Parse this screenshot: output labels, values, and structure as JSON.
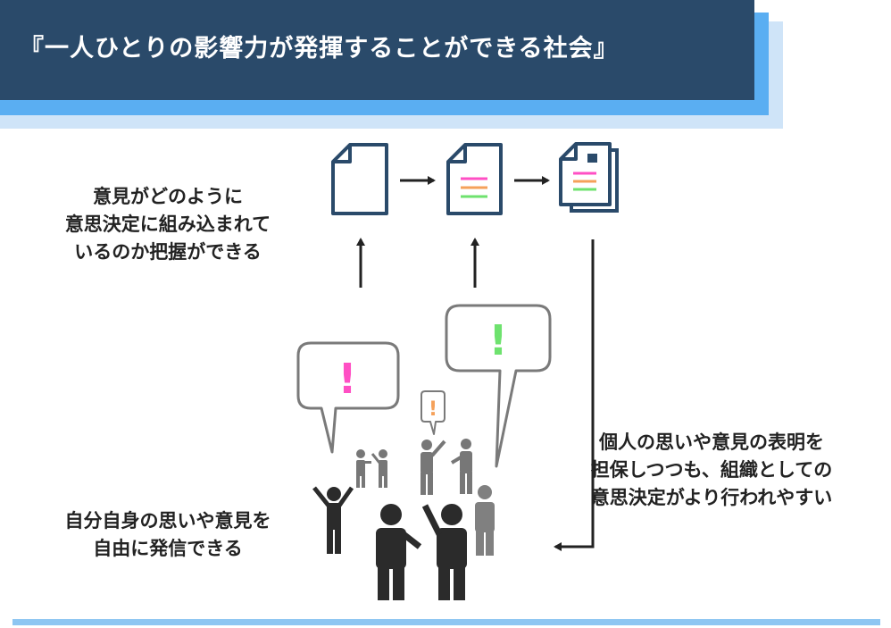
{
  "title": "『一人ひとりの影響力が発揮することができる社会』",
  "caption_top_left": "意見がどのように\n意思決定に組み込まれて\nいるのか把握ができる",
  "caption_bottom_left": "自分自身の思いや意見を\n自由に発信できる",
  "caption_right": "個人の思いや意見の表明を\n担保しつつも、組織としての\n意思決定がより行われやすい",
  "bubbles": [
    {
      "mark": "!",
      "color": "#ff4fc4"
    },
    {
      "mark": "!",
      "color": "#6ee26e"
    },
    {
      "mark": "!",
      "color": "#f5a15a"
    }
  ],
  "doc_lines_colors": [
    "#ff4fc4",
    "#f5a15a",
    "#6ee26e"
  ],
  "colors": {
    "banner": "#2a4a6a",
    "accent": "#5aaef2",
    "doc_stroke": "#2a4a6a"
  }
}
